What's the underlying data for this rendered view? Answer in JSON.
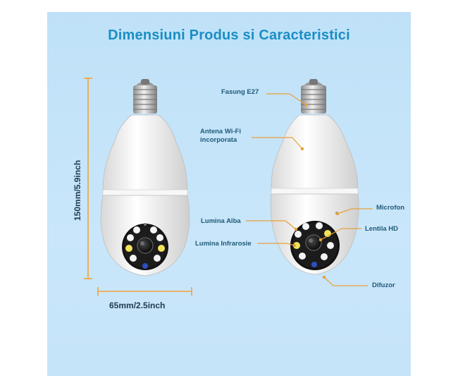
{
  "title": "Dimensiuni Produs si Caracteristici",
  "dimensions": {
    "height_label": "150mm/5.9inch",
    "width_label": "65mm/2.5inch"
  },
  "callouts": {
    "socket": "Fasung E27",
    "antenna_line1": "Antena Wi-Fi",
    "antenna_line2": "incorporata",
    "microphone": "Microfon",
    "white_light": "Lumina Alba",
    "hd_lens": "Lentila HD",
    "infrared": "Lumina Infrarosie",
    "speaker": "Difuzor"
  },
  "colors": {
    "title": "#1a8ec4",
    "dimension_lines": "#f2a33a",
    "callout_lines": "#e8a13a",
    "background": "#c6e4f9"
  }
}
